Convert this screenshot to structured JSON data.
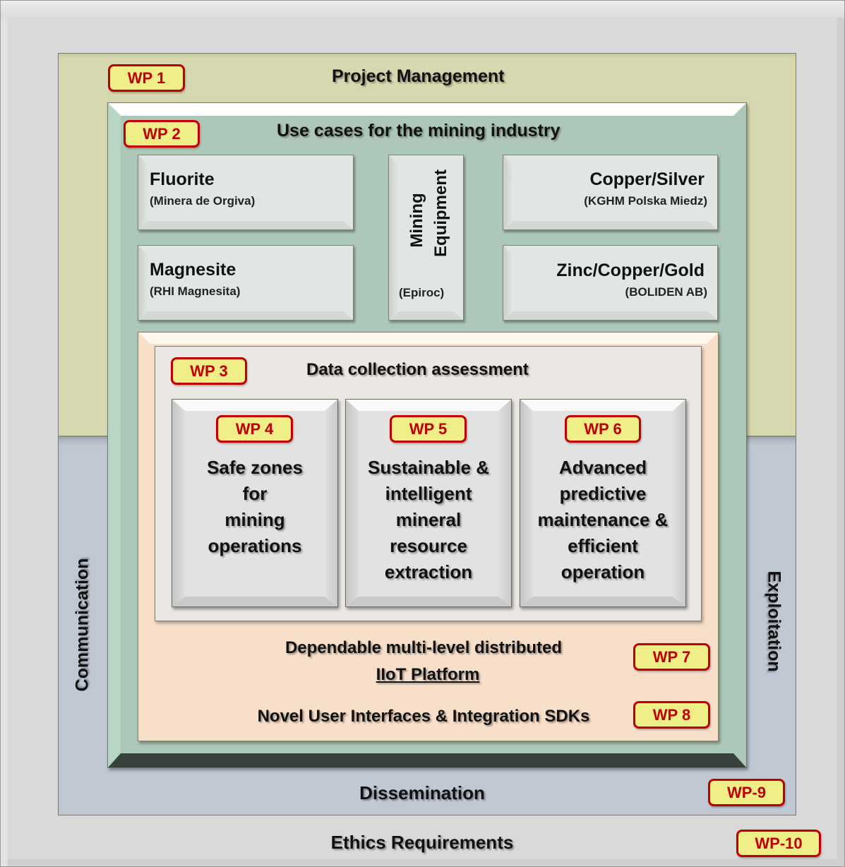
{
  "diagram": {
    "outer": {
      "title": "Ethics Requirements",
      "badge": "WP-10"
    },
    "project_management": {
      "title": "Project Management",
      "badge": "WP 1",
      "color": "#d8d8b0"
    },
    "dissemination": {
      "title": "Dissemination",
      "badge": "WP-9",
      "left_label": "Communication",
      "right_label": "Exploitation",
      "color": "#c0c8d4"
    },
    "use_cases": {
      "title": "Use cases for the mining industry",
      "badge": "WP 2",
      "color": "#adc8b8",
      "items": [
        {
          "name": "Fluorite",
          "org": "(Minera de Orgiva)"
        },
        {
          "name": "Magnesite",
          "org": "(RHI Magnesita)"
        },
        {
          "name": "Mining Equipment",
          "line1": "Mining",
          "line2": "Equipment",
          "org": "(Epiroc)"
        },
        {
          "name": "Copper/Silver",
          "org": "(KGHM  Polska Miedz)"
        },
        {
          "name": "Zinc/Copper/Gold",
          "org": "(BOLIDEN AB)"
        }
      ]
    },
    "platform": {
      "color": "#f7dfca",
      "iiot_line1": "Dependable multi-level distributed",
      "iiot_line2": "IIoT Platform",
      "iiot_badge": "WP 7",
      "ui_title": "Novel User Interfaces & Integration SDKs",
      "ui_badge": "WP 8"
    },
    "data_collection": {
      "title": "Data collection assessment",
      "badge": "WP 3",
      "work_packages": [
        {
          "badge": "WP 4",
          "text": "Safe zones\nfor\nmining\noperations"
        },
        {
          "badge": "WP 5",
          "text": "Sustainable &\nintelligent\nmineral\nresource\nextraction"
        },
        {
          "badge": "WP 6",
          "text": "Advanced\npredictive\nmaintenance &\nefficient\noperation"
        }
      ]
    },
    "badge_colors": {
      "fill": "#f0ee86",
      "border": "#c00000",
      "text": "#c00000"
    }
  }
}
